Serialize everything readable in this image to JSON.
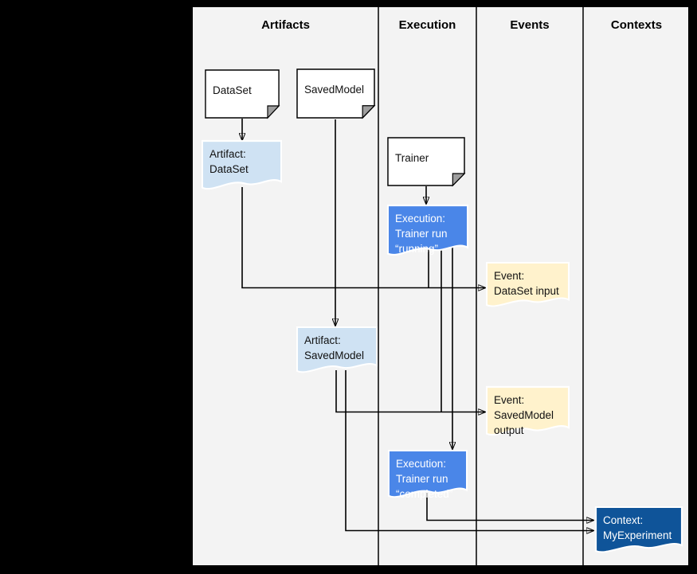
{
  "columns": {
    "artifacts": "Artifacts",
    "execution": "Execution",
    "events": "Events",
    "contexts": "Contexts"
  },
  "nodes": {
    "dataset": {
      "label": "DataSet",
      "shape": "document"
    },
    "savedmodel": {
      "label": "SavedModel",
      "shape": "document"
    },
    "trainer": {
      "label": "Trainer",
      "shape": "document"
    },
    "artifact_dataset": {
      "line1": "Artifact:",
      "line2": "DataSet",
      "shape": "tape"
    },
    "execution_running": {
      "line1": "Execution:",
      "line2": "Trainer run",
      "line3": "“running”",
      "shape": "tape"
    },
    "event_dataset_input": {
      "line1": "Event:",
      "line2": "DataSet input",
      "shape": "tape"
    },
    "artifact_savedmodel": {
      "line1": "Artifact:",
      "line2": "SavedModel",
      "shape": "tape"
    },
    "event_savedmodel_output": {
      "line1": "Event:",
      "line2": "SavedModel",
      "line3": "output",
      "shape": "tape"
    },
    "execution_completed": {
      "line1": "Execution:",
      "line2": "Trainer run",
      "line3": "“completed”",
      "shape": "tape"
    },
    "context_myexperiment": {
      "line1": "Context:",
      "line2": "MyExperiment",
      "shape": "tape"
    }
  },
  "edges": [
    "DataSet -> Artifact: DataSet",
    "SavedModel -> Artifact: SavedModel",
    "Trainer -> Execution: Trainer run \"running\"",
    "Artifact: DataSet -> Event: DataSet input",
    "Execution: Trainer run \"running\" -> Event: DataSet input",
    "Execution: Trainer run \"running\" -> Event: SavedModel output",
    "Execution: Trainer run \"running\" -> Execution: Trainer run \"completed\"",
    "Artifact: SavedModel -> Event: SavedModel output",
    "Artifact: SavedModel -> Context: MyExperiment",
    "Execution: Trainer run \"completed\" -> Context: MyExperiment"
  ],
  "colors": {
    "page_background": "#000000",
    "canvas_background": "#f3f3f3",
    "artifact_fill": "#cfe2f3",
    "execution_fill": "#4a86e8",
    "event_fill": "#fff2cc",
    "context_fill": "#0f5499",
    "document_fill": "#ffffff",
    "fold_fill": "#9e9e9e",
    "line_color": "#000000",
    "light_text": "#ffffff",
    "dark_text": "#111111"
  }
}
